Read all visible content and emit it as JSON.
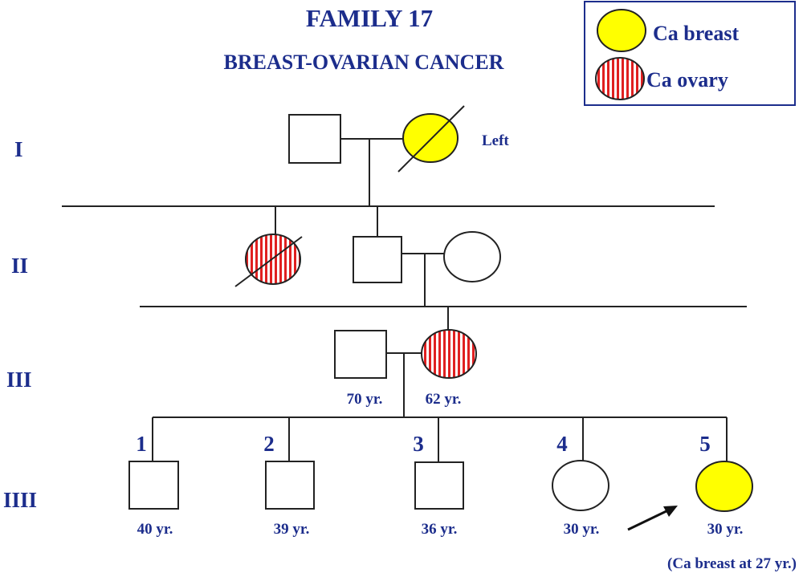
{
  "title": "FAMILY 17",
  "subtitle": "BREAST-OVARIAN CANCER",
  "legend": {
    "breast_label": "Ca breast",
    "ovary_label": "Ca ovary"
  },
  "colors": {
    "breast": "#ffff00",
    "ovary_stripe": "#e02020",
    "text": "#1c2d8c"
  },
  "generations": [
    "I",
    "II",
    "III",
    "IIII"
  ],
  "gen1": {
    "note": "Left"
  },
  "gen3": {
    "father_age": "70 yr.",
    "mother_age": "62 yr."
  },
  "gen4": {
    "children": [
      {
        "num": "1",
        "age": "40 yr."
      },
      {
        "num": "2",
        "age": "39 yr."
      },
      {
        "num": "3",
        "age": "36 yr."
      },
      {
        "num": "4",
        "age": "30 yr."
      },
      {
        "num": "5",
        "age": "30 yr."
      }
    ],
    "proband_note": "(Ca breast at 27 yr.)"
  }
}
